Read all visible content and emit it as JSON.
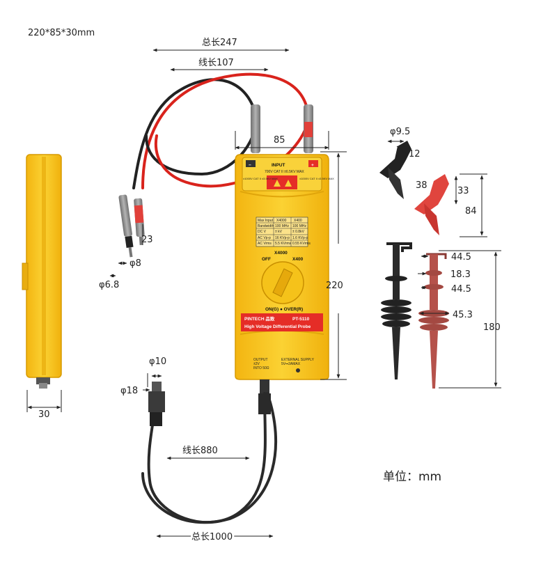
{
  "overall_size": "220*85*30mm",
  "unit_label": "单位：mm",
  "dims": {
    "total_length_top": "总长247",
    "lead_length_top": "线长107",
    "width_85": "85",
    "height_220": "220",
    "tip_23": "23",
    "phi8": "φ8",
    "phi68": "φ6.8",
    "phi10": "φ10",
    "phi18": "φ18",
    "cable_880": "线长880",
    "total_1000": "总长1000",
    "side_30": "30",
    "clip_phi95": "φ9.5",
    "clip_12": "12",
    "clip_38": "38",
    "clip_33": "33",
    "clip_84": "84",
    "hook_445a": "44.5",
    "hook_183": "18.3",
    "hook_445b": "44.5",
    "hook_453": "45.3",
    "hook_180": "180"
  },
  "device": {
    "input_label": "INPUT",
    "neg_symbol": "−",
    "pos_symbol": "+",
    "cat_left": "±1000V CAT II  ±3.5KV MAX",
    "cat_center": "700V CAT II  ±6.5KV MAX",
    "cat_right": "±1000V CAT II  ±3.5KV MAX",
    "spec_headers": [
      "Max Input",
      "X4000",
      "X400"
    ],
    "spec_rows": [
      [
        "Bandwidth",
        "100 MHz",
        "100 MHz"
      ],
      [
        "DC V",
        "± kV",
        "± 0.8kV"
      ],
      [
        "AC Vp-p",
        "16 KVp-p",
        "1.6 KVp-p"
      ],
      [
        "AC Vrms",
        "5.5 KVrms",
        "0.55 KVrms"
      ]
    ],
    "range_x4000": "X4000",
    "range_off": "OFF",
    "range_x400": "X400",
    "led_label": "ON(G) ● OVER(R)",
    "brand": "PINTECH 品致",
    "model": "PT-5110",
    "product_name": "High Voltage Differential Probe",
    "output_label": "OUTPUT\n±2V\nINTO 50Ω",
    "supply_label": "EXTERNAL SUPPLY\n5V⎓2AMAX"
  },
  "colors": {
    "body_yellow": "#f7c51e",
    "body_edge": "#d79a00",
    "panel_red": "#e52d27",
    "lead_red": "#d9231c",
    "lead_black": "#222222",
    "plug_gray": "#8e8e8e",
    "hook_red": "#b5524b",
    "dim_line": "#222222"
  }
}
